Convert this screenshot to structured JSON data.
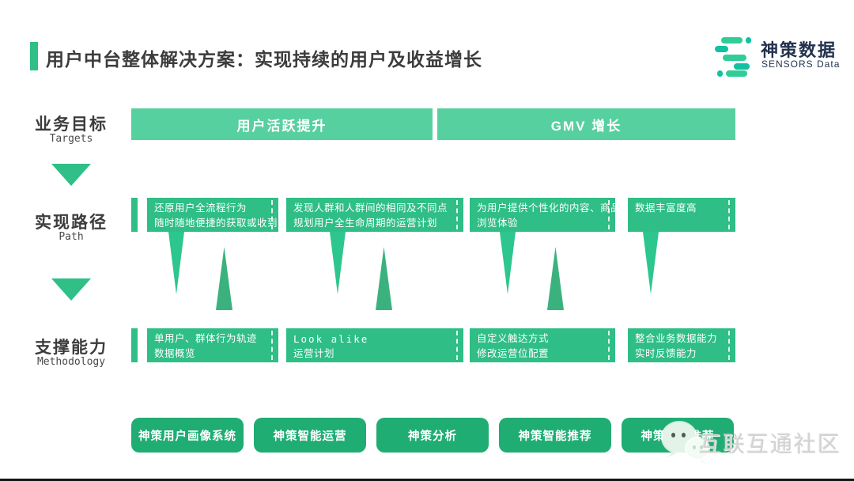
{
  "header": {
    "title": "用户中台整体解决方案：实现持续的用户及收益增长",
    "logo_cn": "神策数据",
    "logo_en": "SENSORS Data"
  },
  "labels": {
    "targets_cn": "业务目标",
    "targets_en": "Targets",
    "path_cn": "实现路径",
    "path_en": "Path",
    "methodology_cn": "支撑能力",
    "methodology_en": "Methodology"
  },
  "goal_bars": [
    "用户活跃提升",
    "GMV 增长"
  ],
  "path_boxes": [
    {
      "line1": "还原用户全流程行为",
      "line2": "随时随地便捷的获取或收到"
    },
    {
      "line1": "发现人群和人群间的相同及不同点",
      "line2": "规划用户全生命周期的运营计划"
    },
    {
      "line1": "为用户提供个性化的内容、商品",
      "line2": "浏览体验"
    },
    {
      "line1": "数据丰富度高",
      "line2": ""
    }
  ],
  "methodology_boxes": [
    {
      "line1": "单用户、群体行为轨迹",
      "line2": "数据概览"
    },
    {
      "line1": "Look alike",
      "line2": "运营计划"
    },
    {
      "line1": "自定义触达方式",
      "line2": "修改运营位配置"
    },
    {
      "line1": "整合业务数据能力",
      "line2": "实时反馈能力"
    }
  ],
  "products": [
    "神策用户画像系统",
    "神策智能运营",
    "神策分析",
    "神策智能推荐",
    "神策规划推荐"
  ],
  "watermark": {
    "text": "互联互通社区",
    "icon": "wechat-icon"
  },
  "icons": {
    "logo": "sensors-logo-icon",
    "flow_arrows": "down-arrow-icon",
    "connectors": [
      "flow-triangle-down-icon",
      "flow-triangle-up-icon"
    ]
  },
  "colors": {
    "accent_green": "#2FBF87",
    "mint_green": "#57D0A0",
    "box_green": "#2FBE86",
    "button_green": "#1FAD73",
    "triangle_down_green": "#2CC68E",
    "triangle_up_green": "#3BB27E",
    "dark_text": "#3C3C3C",
    "logo_navy": "#22324E",
    "watermark_gray": "#D2D2D2"
  }
}
